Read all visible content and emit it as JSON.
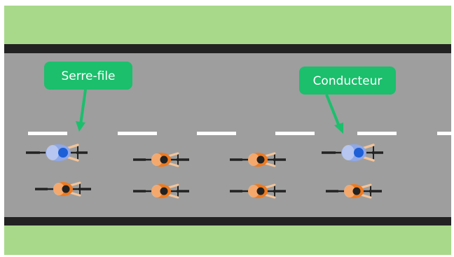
{
  "labels": {
    "serre_file": "Serre-file",
    "conducteur": "Conducteur"
  },
  "colors": {
    "grass": "#a8d98a",
    "road": "#9e9e9e",
    "road_edge": "#222222",
    "lane_marking": "#ffffff",
    "callout": "#1bbf6c",
    "jersey_orange": "#f07a1e",
    "jersey_blue": "#8fa8e8",
    "helmet_blue": "#1d5fd6",
    "skin": "#f2c49b"
  },
  "cyclists": [
    {
      "role": "serre-file",
      "jersey": "blue"
    },
    {
      "role": "rider",
      "jersey": "orange"
    },
    {
      "role": "rider",
      "jersey": "orange"
    },
    {
      "role": "rider",
      "jersey": "orange"
    },
    {
      "role": "rider",
      "jersey": "orange"
    },
    {
      "role": "rider",
      "jersey": "orange"
    },
    {
      "role": "conducteur",
      "jersey": "blue"
    },
    {
      "role": "rider",
      "jersey": "orange"
    }
  ]
}
